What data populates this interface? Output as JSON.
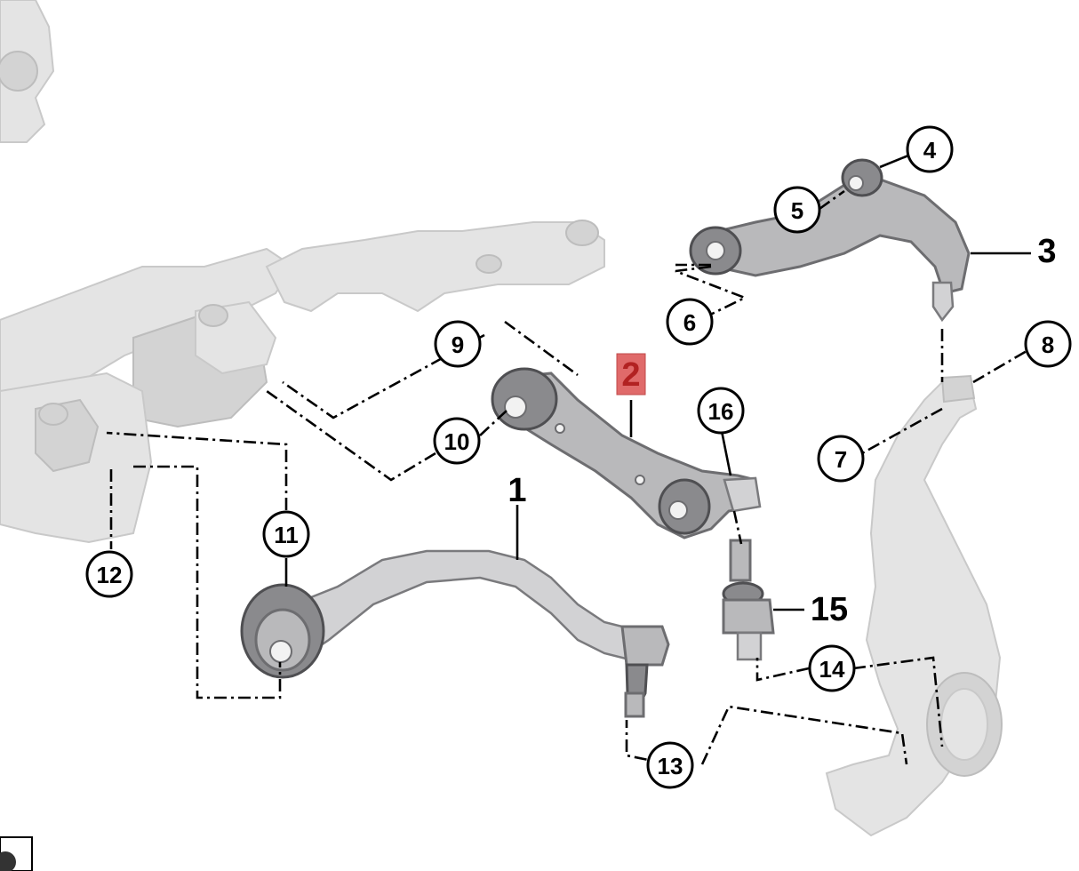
{
  "callouts": {
    "c4": "4",
    "c5": "5",
    "c6": "6",
    "c7": "7",
    "c8": "8",
    "c9": "9",
    "c10": "10",
    "c11": "11",
    "c12": "12",
    "c13": "13",
    "c14": "14",
    "c16": "16"
  },
  "labels": {
    "l1": "1",
    "l2": "2",
    "l3": "3",
    "l15": "15"
  },
  "colors": {
    "highlight": "#e06a6a",
    "part": "#b9b9bb",
    "ghost": "#e4e4e4"
  }
}
